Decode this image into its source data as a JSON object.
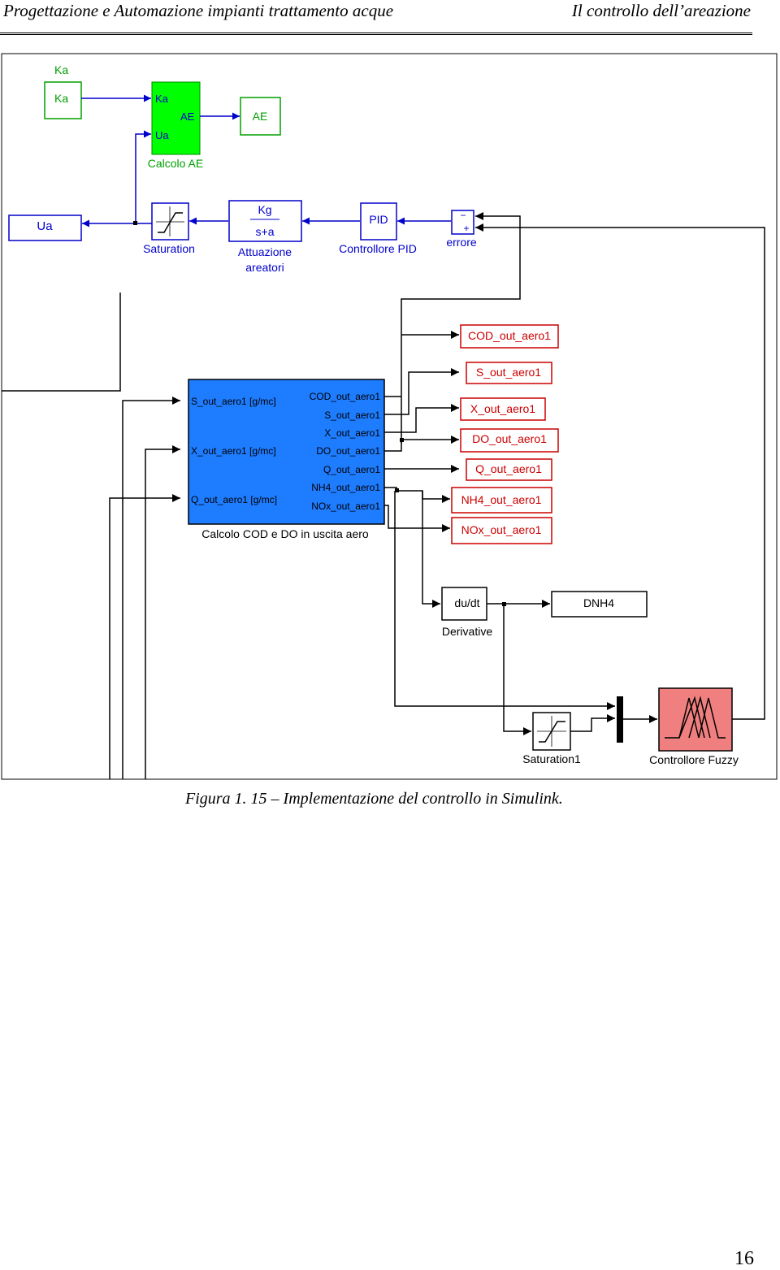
{
  "header": {
    "left": "Progettazione e Automazione impianti trattamento acque",
    "right": "Il controllo dell’areazione"
  },
  "diagram": {
    "colors": {
      "green_text": "#00a000",
      "green_block": "#00ff00",
      "blue": "#0000cc",
      "blue_block": "#1e7cff",
      "red": "#cc0000",
      "fuzzy_block": "#f08080"
    },
    "ka_label": "Ka",
    "ka_from": "Ka",
    "calc_ae": {
      "in_ka": "Ka",
      "in_ua": "Ua",
      "out_ae": "AE",
      "caption": "Calcolo AE"
    },
    "ae_goto": "AE",
    "ua_goto": "Ua",
    "saturation": "Saturation",
    "transfer_fcn": {
      "num": "Kg",
      "den": "s+a",
      "caption_line1": "Attuazione",
      "caption_line2": "areatori"
    },
    "pid": {
      "label": "PID",
      "caption": "Controllore PID"
    },
    "sum": {
      "minus": "−",
      "plus": "+",
      "caption": "errore"
    },
    "calc_cod": {
      "inputs": [
        "S_out_aero1 [g/mc]",
        "X_out_aero1 [g/mc]",
        "Q_out_aero1 [g/mc]"
      ],
      "outputs": [
        "COD_out_aero1",
        "S_out_aero1",
        "X_out_aero1",
        "DO_out_aero1",
        "Q_out_aero1",
        "NH4_out_aero1",
        "NOx_out_aero1"
      ],
      "caption": "Calcolo COD  e DO in uscita aero"
    },
    "gotos": [
      "COD_out_aero1",
      "S_out_aero1",
      "X_out_aero1",
      "DO_out_aero1",
      "Q_out_aero1",
      "NH4_out_aero1",
      "NOx_out_aero1"
    ],
    "derivative": {
      "label": "du/dt",
      "caption": "Derivative"
    },
    "dnh4": "DNH4",
    "saturation1": "Saturation1",
    "fuzzy": "Controllore Fuzzy"
  },
  "caption": "Figura 1. 15 – Implementazione del controllo in Simulink.",
  "page_number": "16"
}
